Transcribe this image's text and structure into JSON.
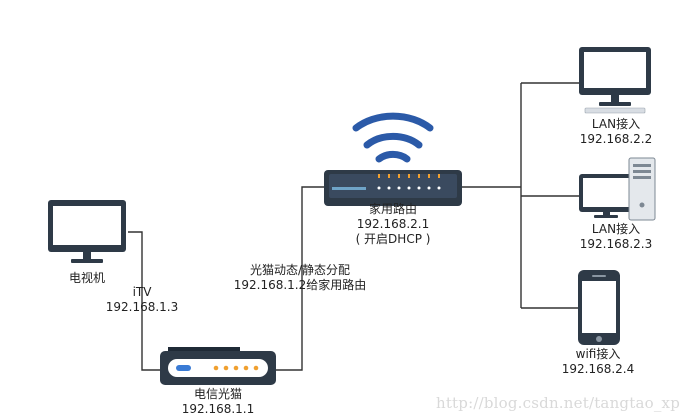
{
  "nodes": {
    "tv": {
      "name": "电视机"
    },
    "itv": {
      "name": "iTV",
      "ip": "192.168.1.3"
    },
    "modem": {
      "name": "电信光猫",
      "ip": "192.168.1.1"
    },
    "modem_link": {
      "line1": "光猫动态/静态分配",
      "line2": "192.168.1.2给家用路由"
    },
    "router": {
      "name": "家用路由",
      "ip": "192.168.2.1",
      "note": "( 开启DHCP )"
    },
    "lan1": {
      "name": "LAN接入",
      "ip": "192.168.2.2"
    },
    "lan2": {
      "name": "LAN接入",
      "ip": "192.168.2.3"
    },
    "wifi": {
      "name": "wifi接入",
      "ip": "192.168.2.4"
    }
  },
  "watermark": "http://blog.csdn.net/tangtao_xp",
  "colors": {
    "line": "#333333",
    "device_dark": "#2e3a47",
    "router_body": "#3a4a5f",
    "wifi_waves": "#2b5aa8",
    "screen": "#ffffff",
    "led_orange": "#f0a030",
    "led_blue": "#3a7bd5"
  }
}
